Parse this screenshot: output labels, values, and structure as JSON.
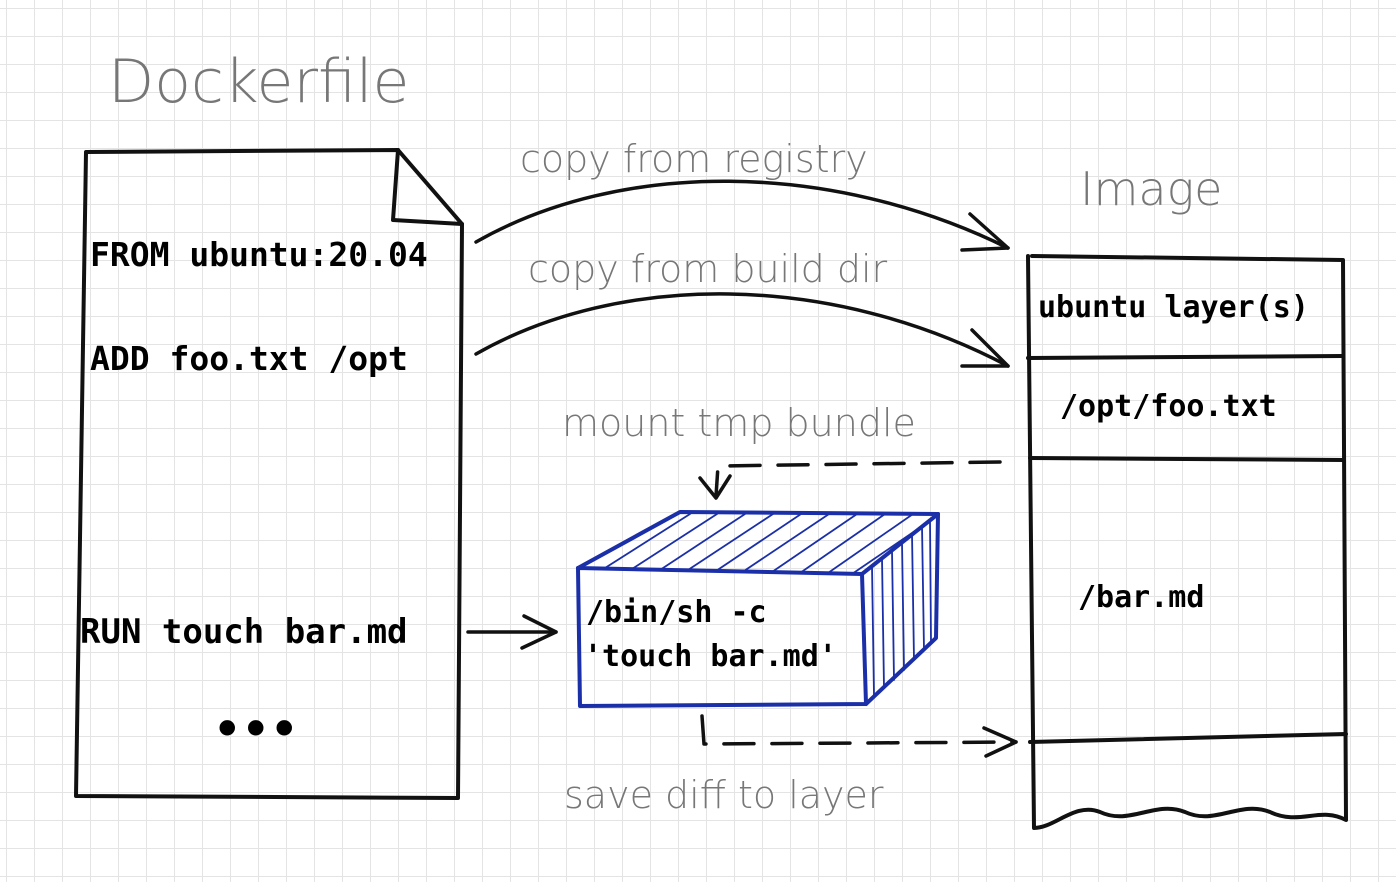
{
  "titles": {
    "dockerfile": "Dockerfile",
    "image": "Image"
  },
  "dockerfile": {
    "lines": [
      "FROM ubuntu:20.04",
      "ADD foo.txt /opt",
      "RUN touch bar.md"
    ],
    "ellipsis": "•••"
  },
  "image": {
    "layers": [
      "ubuntu layer(s)",
      "/opt/foo.txt",
      "/bar.md"
    ]
  },
  "container": {
    "command_line1": "/bin/sh -c",
    "command_line2": "'touch bar.md'"
  },
  "arrows": {
    "copy_registry": "copy from registry",
    "copy_build": "copy from build dir",
    "mount": "mount tmp bundle",
    "save": "save diff to layer"
  },
  "colors": {
    "ink": "#111111",
    "annotation": "#777777",
    "container": "#1a2fa8"
  }
}
